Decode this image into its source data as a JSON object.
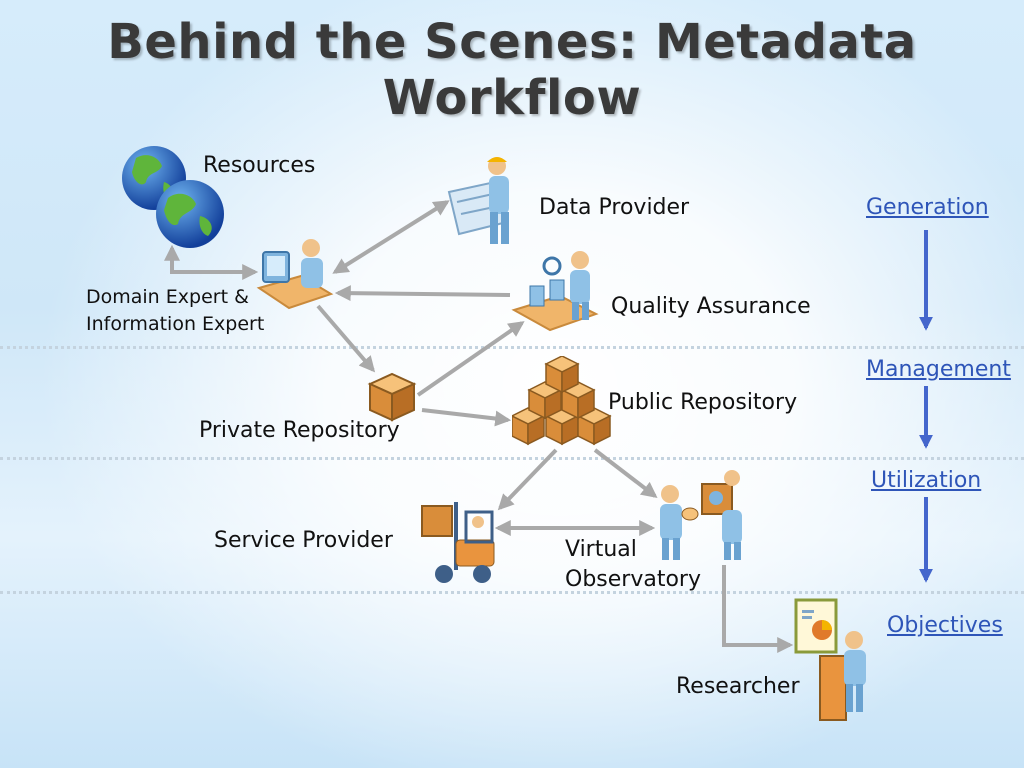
{
  "title": "Behind the Scenes: Metadata Workflow",
  "nodes": {
    "resources": "Resources",
    "data_provider": "Data Provider",
    "domain_expert_line1": "Domain Expert &",
    "domain_expert_line2": "Information Expert",
    "quality_assurance": "Quality Assurance",
    "public_repository": "Public Repository",
    "private_repository": "Private Repository",
    "service_provider": "Service Provider",
    "virtual_observatory_line1": "Virtual",
    "virtual_observatory_line2": "Observatory",
    "researcher": "Researcher"
  },
  "stages": [
    "Generation",
    "Management",
    "Utilization",
    "Objectives"
  ],
  "colors": {
    "arrow": "#a9a9a9",
    "stage_link": "#2e55b8",
    "stage_arrow": "#4466cc",
    "title": "#3a3a3a"
  },
  "icons": [
    "globe-icon",
    "worker-blueprint-icon",
    "computer-user-icon",
    "quality-inspector-icon",
    "box-icon",
    "box-stack-icon",
    "forklift-icon",
    "handshake-people-icon",
    "presenter-chart-icon"
  ]
}
